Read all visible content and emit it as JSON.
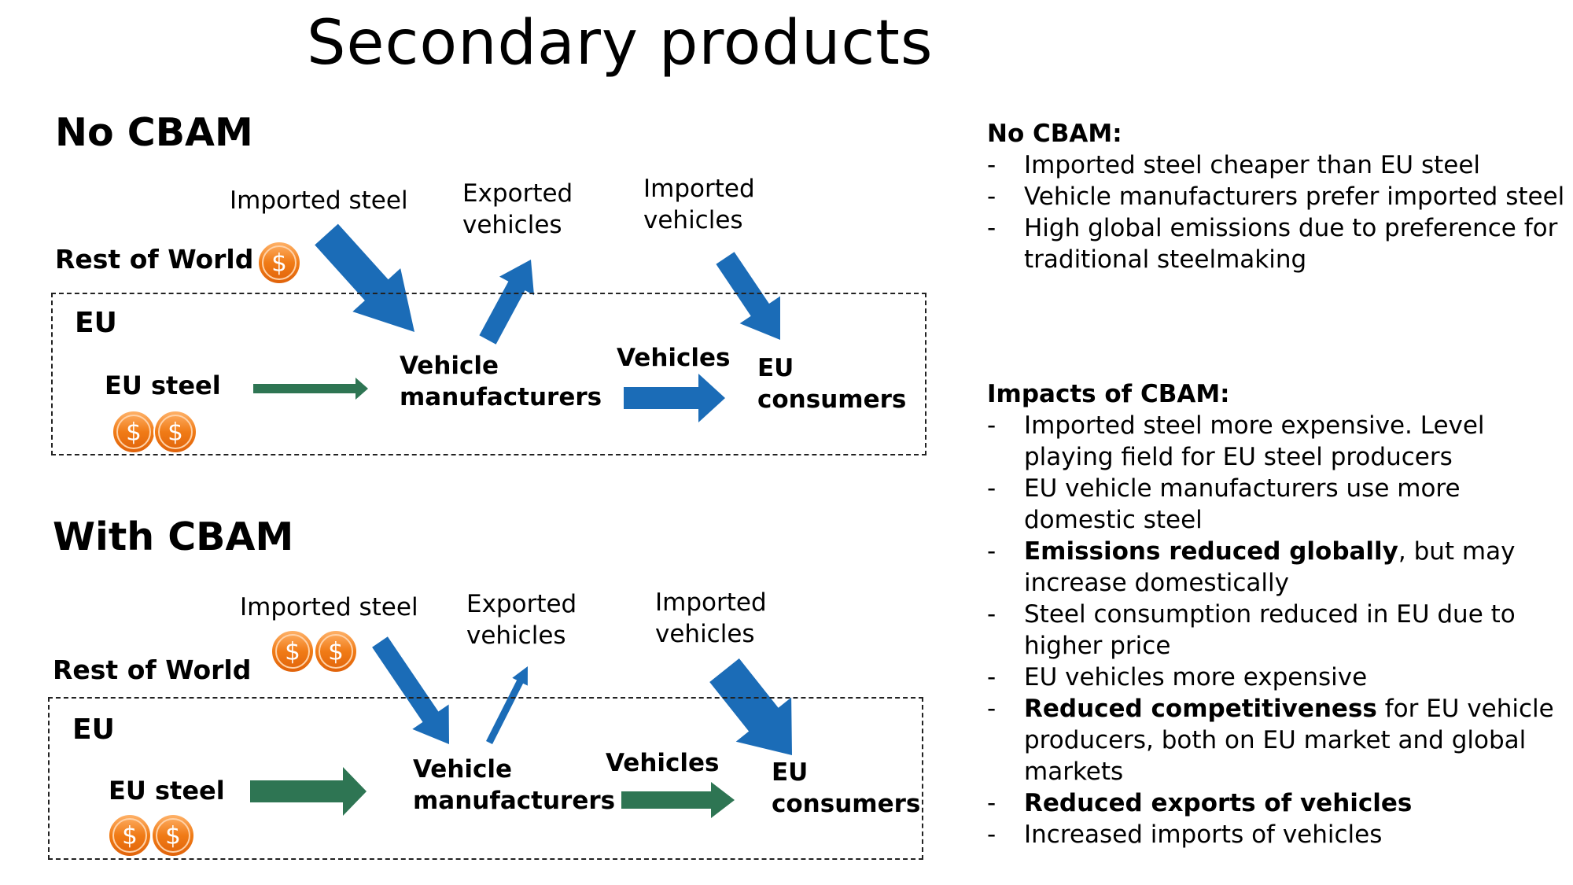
{
  "title": "Secondary products",
  "colors": {
    "blue_arrow": "#1b6cb7",
    "green_arrow": "#2e7553",
    "coin": "#f07b16"
  },
  "icons": {
    "coin": "dollar-coin-icon"
  },
  "no_cbam": {
    "heading": "No CBAM",
    "rest_of_world": "Rest of World",
    "eu": "EU",
    "eu_steel": "EU steel",
    "imported_steel": "Imported steel",
    "exported_vehicles": [
      "Exported",
      "vehicles"
    ],
    "imported_vehicles": [
      "Imported",
      "vehicles"
    ],
    "vehicle_manufacturers": [
      "Vehicle",
      "manufacturers"
    ],
    "vehicles": "Vehicles",
    "eu_consumers": [
      "EU",
      "consumers"
    ],
    "coin_symbol": "$"
  },
  "with_cbam": {
    "heading": "With CBAM",
    "rest_of_world": "Rest of World",
    "eu": "EU",
    "eu_steel": "EU steel",
    "imported_steel": "Imported steel",
    "exported_vehicles": [
      "Exported",
      "vehicles"
    ],
    "imported_vehicles": [
      "Imported",
      "vehicles"
    ],
    "vehicle_manufacturers": [
      "Vehicle",
      "manufacturers"
    ],
    "vehicles": "Vehicles",
    "eu_consumers": [
      "EU",
      "consumers"
    ],
    "coin_symbol": "$"
  },
  "panel_no_cbam": {
    "heading": "No CBAM:",
    "dash": "-",
    "items": [
      "Imported steel cheaper than EU steel",
      "Vehicle manufacturers prefer imported steel",
      "High global emissions due to preference for traditional steelmaking"
    ]
  },
  "panel_impacts": {
    "heading": "Impacts of CBAM:",
    "dash": "-",
    "items": [
      {
        "bold": "",
        "text": "Imported steel more expensive. Level playing field for EU steel producers"
      },
      {
        "bold": "",
        "text": "EU vehicle manufacturers use more domestic steel"
      },
      {
        "bold": "Emissions reduced globally",
        "text": ", but may increase domestically"
      },
      {
        "bold": "",
        "text": "Steel consumption reduced in EU due to higher price"
      },
      {
        "bold": "",
        "text": "EU vehicles more expensive"
      },
      {
        "bold": "Reduced competitiveness",
        "text": " for EU vehicle producers, both on EU market and global markets"
      },
      {
        "bold": "Reduced exports of vehicles",
        "text": ""
      },
      {
        "bold": "",
        "text": "Increased imports of vehicles"
      }
    ]
  }
}
